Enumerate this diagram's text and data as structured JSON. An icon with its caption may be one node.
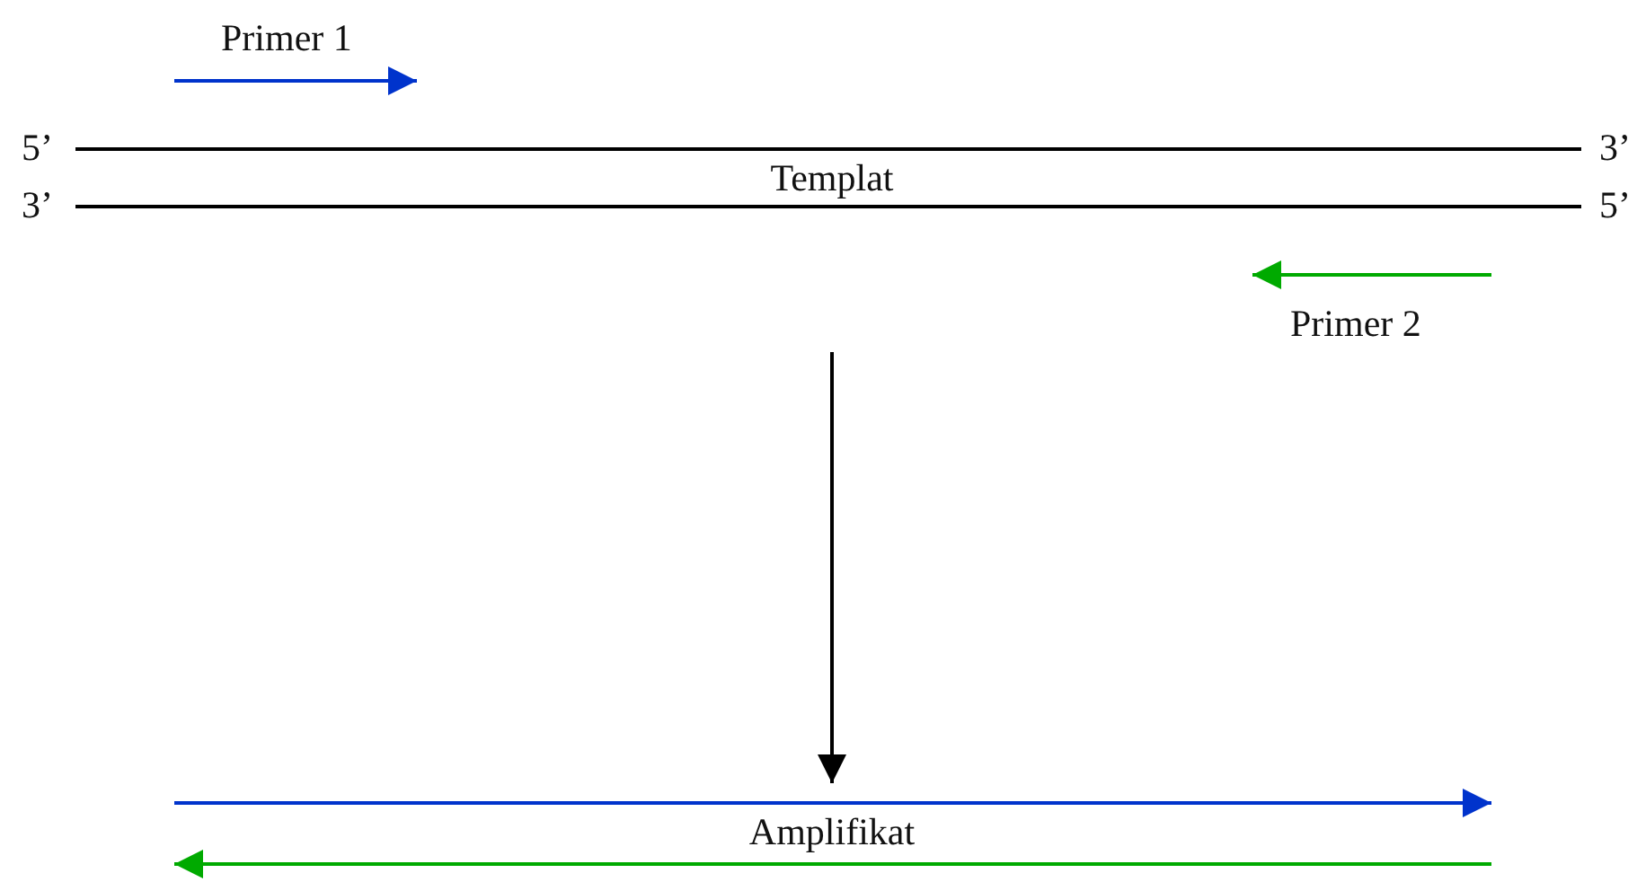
{
  "diagram": {
    "nodes": [
      {
        "text": [
          "Templat"
        ]
      },
      {
        "text": [
          "Amplifikat"
        ]
      }
    ],
    "edges": [
      {
        "from": 0,
        "to": 1,
        "arrow": "to"
      }
    ],
    "labels": [
      "Primer 1",
      "5’",
      "3’",
      "3’",
      "5’",
      "Primer 2"
    ]
  }
}
